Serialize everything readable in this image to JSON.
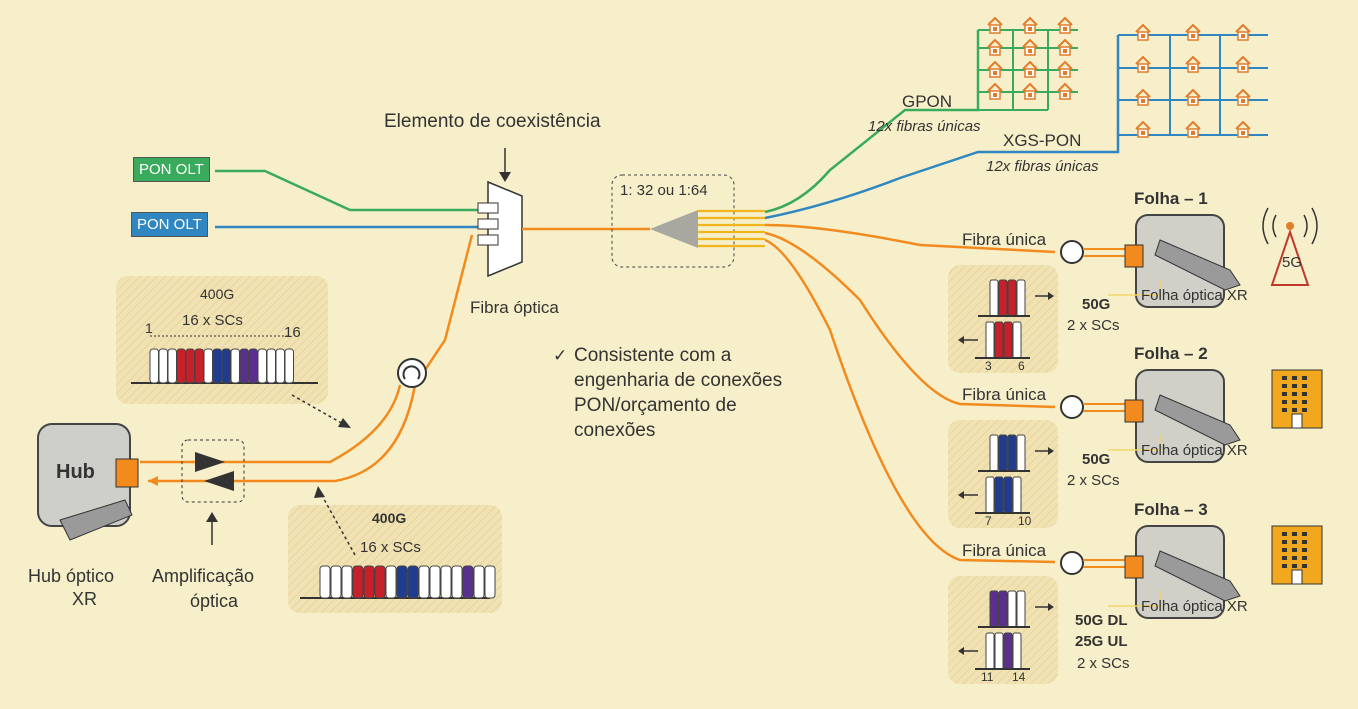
{
  "labels": {
    "coexistence": "Elemento de coexistência",
    "pon_olt_1": "PON OLT",
    "pon_olt_2": "PON OLT",
    "fibra_optica": "Fibra óptica",
    "split_ratio": "1: 32 ou 1:64",
    "gpon": "GPON",
    "gpon_fibers": "12x fibras únicas",
    "xgspon": "XGS-PON",
    "xgspon_fibers": "12x fibras únicas",
    "hub": "Hub",
    "hub_name_1": "Hub óptico",
    "hub_name_2": "XR",
    "amp_1": "Amplificação",
    "amp_2": "óptica",
    "top_400g": "400G",
    "top_scs": "16 x SCs",
    "top_1": "1",
    "top_16": "16",
    "bot_400g": "400G",
    "bot_scs": "16 x SCs",
    "check": "✓",
    "note_1": "Consistente com a",
    "note_2": "engenharia de conexões",
    "note_3": "PON/orçamento de",
    "note_4": "conexões"
  },
  "leaves": [
    {
      "title": "Folha – 1",
      "fiber": "Fibra única",
      "device": "Folha óptica XR",
      "rate1": "50G",
      "rate2": "2 x SCs",
      "range_a": "3",
      "range_b": "6",
      "endpoint": "5G",
      "endpoint_icon": "cell-tower-icon",
      "color": "#c8202a"
    },
    {
      "title": "Folha – 2",
      "fiber": "Fibra única",
      "device": "Folha óptica XR",
      "rate1": "50G",
      "rate2": "2 x SCs",
      "range_a": "7",
      "range_b": "10",
      "endpoint_icon": "building-icon",
      "color": "#1f3c8f"
    },
    {
      "title": "Folha – 3",
      "fiber": "Fibra única",
      "device": "Folha óptica XR",
      "rate1": "50G DL",
      "rate1b": "25G UL",
      "rate2": "2 x SCs",
      "range_a": "11",
      "range_b": "14",
      "endpoint_icon": "building-icon",
      "color": "#5b2f8e"
    }
  ],
  "colors": {
    "green": "#3aaa5c",
    "blue": "#2f86c1",
    "orange": "#f28a1e",
    "red": "#c8202a",
    "navy": "#1f3c8f",
    "purple": "#5b2f8e",
    "panel": "#efdfb0",
    "house": "#e07c2a"
  }
}
